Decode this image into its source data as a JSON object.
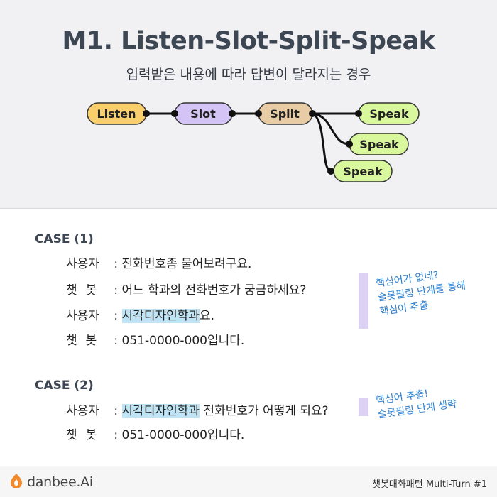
{
  "header": {
    "title": "M1. Listen-Slot-Split-Speak",
    "subtitle": "입력받은 내용에 따라 답변이 달라지는 경우"
  },
  "flow": {
    "nodes": {
      "listen": "Listen",
      "slot": "Slot",
      "split": "Split",
      "speak1": "Speak",
      "speak2": "Speak",
      "speak3": "Speak"
    },
    "colors": {
      "listen": "#f9cf6e",
      "slot": "#d4c4f5",
      "split": "#e8cca6",
      "speak": "#d9f79c"
    }
  },
  "cases": [
    {
      "title": "CASE (1)",
      "lines": [
        {
          "speaker": "사용자",
          "sep": " : ",
          "highlight": "",
          "text": "전화번호좀 물어보려구요."
        },
        {
          "speaker": "챗봇",
          "sep": " : ",
          "highlight": "",
          "text": "어느 학과의 전화번호가 궁금하세요?"
        },
        {
          "speaker": "사용자",
          "sep": " : ",
          "highlight": "시각디자인학과",
          "text": "요."
        },
        {
          "speaker": "챗봇",
          "sep": " : ",
          "highlight": "",
          "text": "051-0000-000입니다."
        }
      ],
      "note": [
        "핵심어가 없네?",
        "슬롯필링 단계를 통해",
        "핵심어 추출"
      ]
    },
    {
      "title": "CASE (2)",
      "lines": [
        {
          "speaker": "사용자",
          "sep": " : ",
          "highlight": "시각디자인학과",
          "text": " 전화번호가 어떻게 되요?"
        },
        {
          "speaker": "챗봇",
          "sep": " : ",
          "highlight": "",
          "text": "051-0000-000입니다."
        }
      ],
      "note": [
        "핵심어 추출!",
        "슬롯필링 단계 생략"
      ]
    }
  ],
  "footer": {
    "logo_text": "danbee.Ai",
    "logo_icon": "flame-icon",
    "series": "챗봇대화패턴 Multi-Turn #1"
  }
}
